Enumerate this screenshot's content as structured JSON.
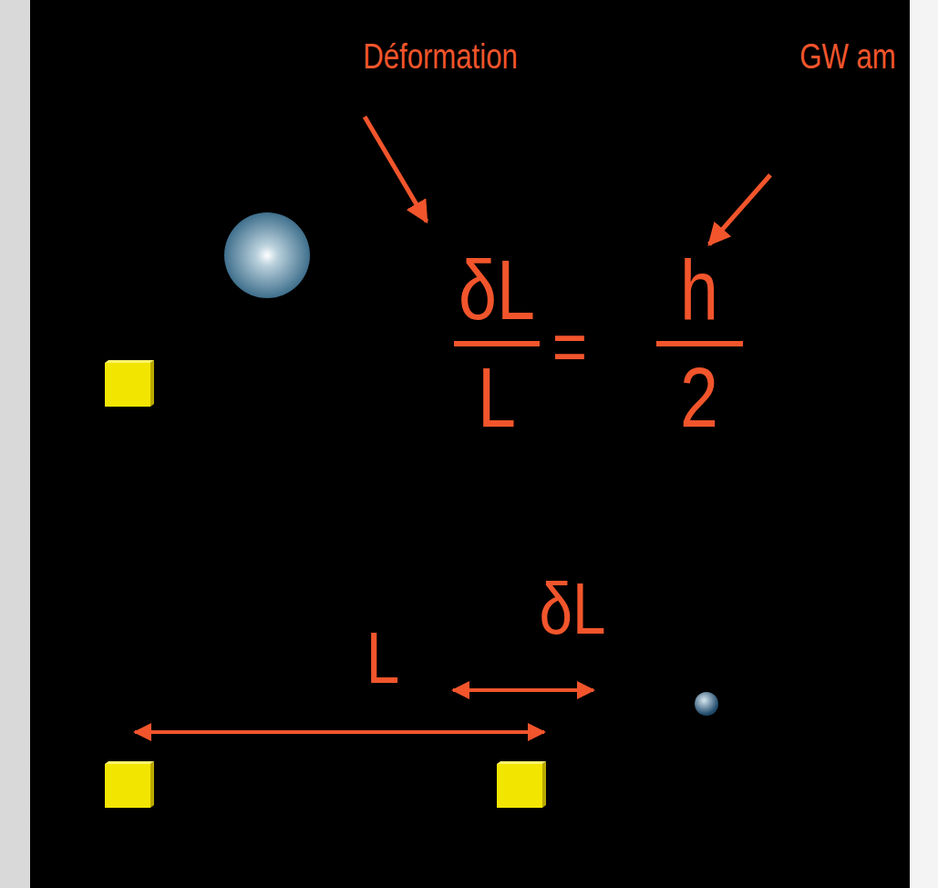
{
  "diagram": {
    "labels": [
      "Déformation",
      "GW am",
      "δL",
      "L",
      "=",
      "h",
      "2",
      "δL",
      "L"
    ]
  }
}
